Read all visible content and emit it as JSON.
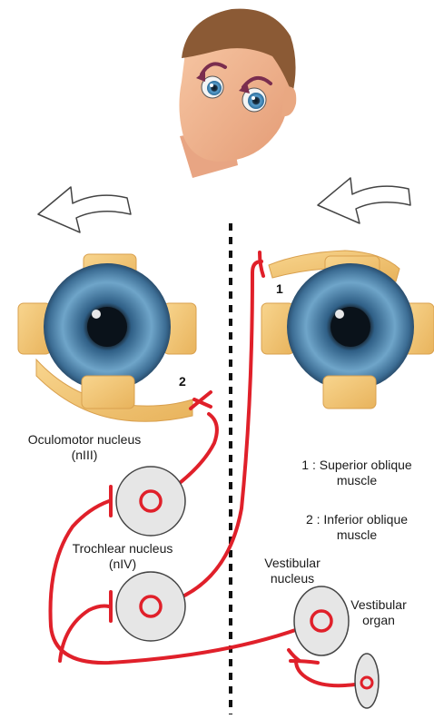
{
  "labels": {
    "oculomotor_line1": "Oculomotor nucleus",
    "oculomotor_line2": "(nIII)",
    "trochlear_line1": "Trochlear nucleus",
    "trochlear_line2": "(nIV)",
    "vestibular_nucleus_line1": "Vestibular",
    "vestibular_nucleus_line2": "nucleus",
    "vestibular_organ_line1": "Vestibular",
    "vestibular_organ_line2": "organ",
    "marker_1": "1",
    "marker_2": "2"
  },
  "legend": [
    {
      "line1": "1 : Superior oblique",
      "line2": "muscle"
    },
    {
      "line1": "2 : Inferior oblique",
      "line2": "muscle"
    }
  ],
  "colors": {
    "pathway": "#e0202a",
    "nucleus_fill": "#e6e6e6",
    "muscle": "#f5c876",
    "iris": "#4f86ad",
    "skin": "#f0b48e",
    "hair": "#8b5a35",
    "rotation_arrow": "#7a2d4e"
  }
}
